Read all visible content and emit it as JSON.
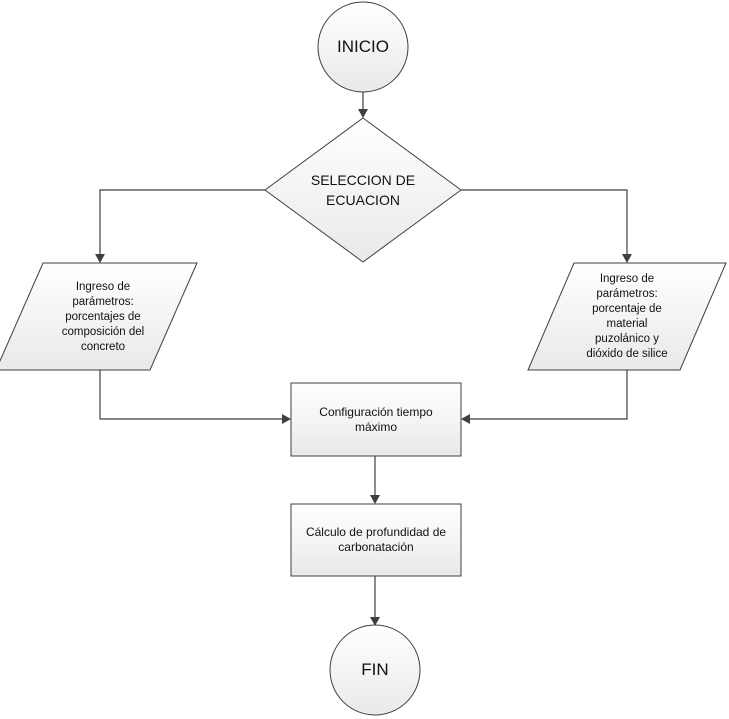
{
  "nodes": {
    "start": "INICIO",
    "decision": [
      "SELECCION DE",
      "ECUACION"
    ],
    "input_left": [
      "Ingreso de",
      "parámetros:",
      "porcentajes de",
      "composición del",
      "concreto"
    ],
    "input_right": [
      "Ingreso de",
      "parámetros:",
      "porcentaje de",
      "material",
      "puzolánico y",
      "dióxido de silice"
    ],
    "config": [
      "Configuración tiempo",
      "máximo"
    ],
    "calc": [
      "Cálculo de profundidad de",
      "carbonatación"
    ],
    "end": "FIN"
  },
  "colors": {
    "stroke": "#3f3f3f",
    "fill_top": "#ffffff",
    "fill_bottom": "#e9e9e9",
    "text": "#111111"
  }
}
